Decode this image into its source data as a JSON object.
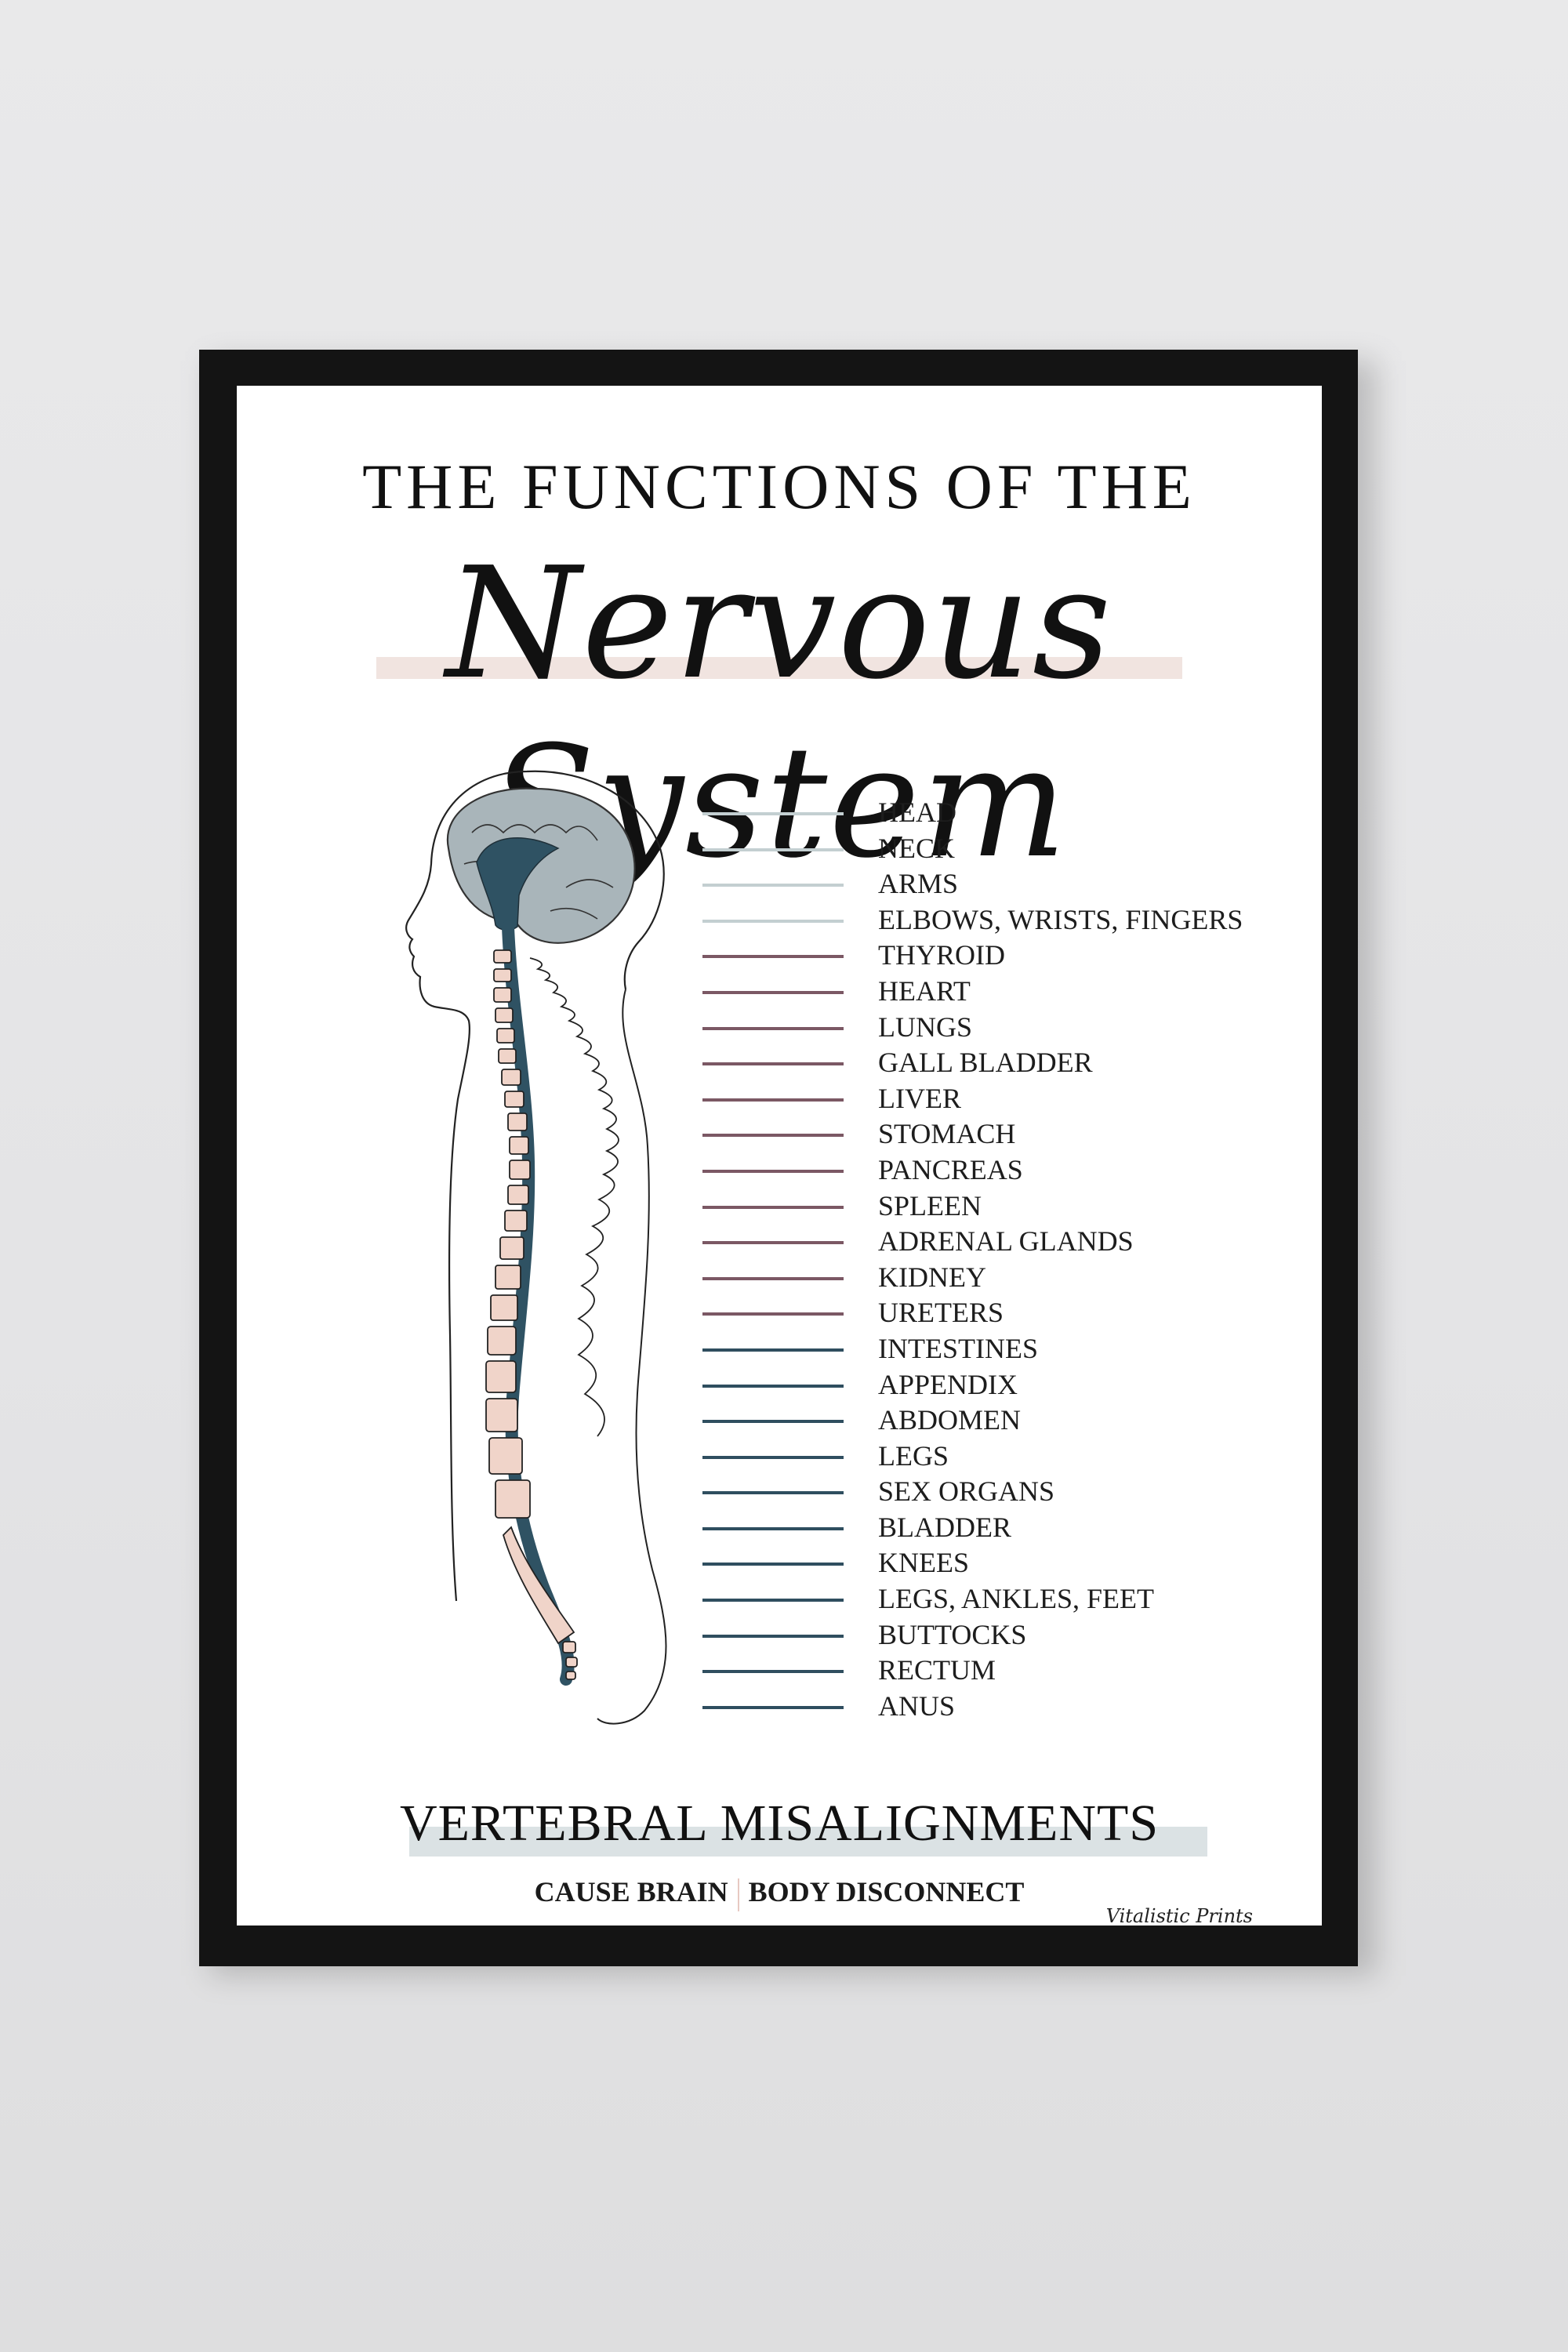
{
  "poster": {
    "title_line1": "THE FUNCTIONS OF THE",
    "title_line2": "Nervous System",
    "footer_title": "VERTEBRAL MISALIGNMENTS",
    "footer_left": "CAUSE BRAIN",
    "footer_right": "BODY DISCONNECT",
    "brand": "Vitalistic Prints"
  },
  "colors": {
    "cervical_line": "#c3cfd1",
    "thoracic_line": "#7b5864",
    "lumbar_line": "#2f4e5f",
    "spine_cord": "#2f5263",
    "vertebra": "#f0d4c9",
    "brain": "#a9b5ba",
    "highlight_pink": "#f1e4e0",
    "highlight_blue": "#dbe2e4"
  },
  "legend": [
    {
      "label": "HEAD",
      "group": "cervical"
    },
    {
      "label": "NECK",
      "group": "cervical"
    },
    {
      "label": "ARMS",
      "group": "cervical"
    },
    {
      "label": "ELBOWS, WRISTS, FINGERS",
      "group": "cervical"
    },
    {
      "label": "THYROID",
      "group": "thoracic"
    },
    {
      "label": "HEART",
      "group": "thoracic"
    },
    {
      "label": "LUNGS",
      "group": "thoracic"
    },
    {
      "label": "GALL BLADDER",
      "group": "thoracic"
    },
    {
      "label": "LIVER",
      "group": "thoracic"
    },
    {
      "label": "STOMACH",
      "group": "thoracic"
    },
    {
      "label": "PANCREAS",
      "group": "thoracic"
    },
    {
      "label": "SPLEEN",
      "group": "thoracic"
    },
    {
      "label": "ADRENAL GLANDS",
      "group": "thoracic"
    },
    {
      "label": "KIDNEY",
      "group": "thoracic"
    },
    {
      "label": "URETERS",
      "group": "thoracic"
    },
    {
      "label": "INTESTINES",
      "group": "lumbar"
    },
    {
      "label": "APPENDIX",
      "group": "lumbar"
    },
    {
      "label": "ABDOMEN",
      "group": "lumbar"
    },
    {
      "label": "LEGS",
      "group": "lumbar"
    },
    {
      "label": "SEX ORGANS",
      "group": "lumbar"
    },
    {
      "label": "BLADDER",
      "group": "lumbar"
    },
    {
      "label": "KNEES",
      "group": "lumbar"
    },
    {
      "label": "LEGS, ANKLES, FEET",
      "group": "lumbar"
    },
    {
      "label": "BUTTOCKS",
      "group": "lumbar"
    },
    {
      "label": "RECTUM",
      "group": "lumbar"
    },
    {
      "label": "ANUS",
      "group": "lumbar"
    }
  ]
}
